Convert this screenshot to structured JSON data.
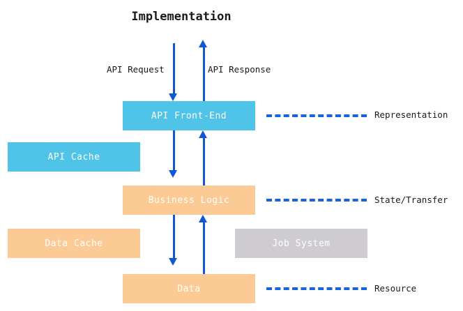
{
  "diagram": {
    "title": "Implementation",
    "boxes": [
      {
        "id": "api-frontend",
        "label": "API Front-End",
        "color": "#4fc3e8"
      },
      {
        "id": "api-cache",
        "label": "API Cache",
        "color": "#4fc3e8"
      },
      {
        "id": "business-logic",
        "label": "Business Logic",
        "color": "#fccb95"
      },
      {
        "id": "data-cache",
        "label": "Data Cache",
        "color": "#fccb95"
      },
      {
        "id": "job-system",
        "label": "Job System",
        "color": "#cecbd1"
      },
      {
        "id": "data",
        "label": "Data",
        "color": "#fccb95"
      }
    ],
    "arrow_labels": {
      "api_request": "API Request",
      "api_response": "API Response"
    },
    "layer_labels": [
      {
        "id": "representation",
        "label": "Representation"
      },
      {
        "id": "state-transfer",
        "label": "State/Transfer"
      },
      {
        "id": "resource",
        "label": "Resource"
      }
    ],
    "colors": {
      "arrow": "#1157d4",
      "dashed": "#1a63e0",
      "cyan": "#4fc3e8",
      "peach": "#fccb95",
      "gray": "#cecbd1",
      "text": "#1a1a1a",
      "box_text": "#ffffff",
      "background": "#ffffff"
    }
  }
}
